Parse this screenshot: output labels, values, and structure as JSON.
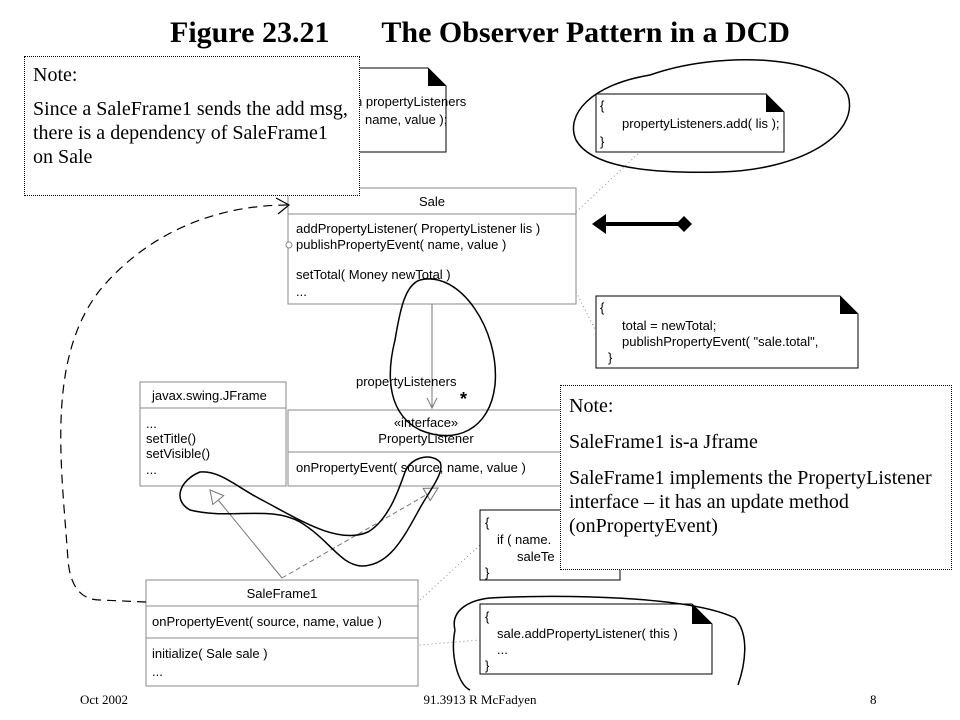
{
  "slide": {
    "title": "Figure 23.21       The Observer Pattern in a DCD",
    "footer_date": "Oct 2002",
    "footer_course": "91.3913    R McFadyen",
    "footer_page": "8"
  },
  "note_left": {
    "heading": "Note:",
    "text": "Since a SaleFrame1 sends the add msg, there is a dependency of SaleFrame1 on Sale"
  },
  "note_right": {
    "heading": "Note:",
    "line1": "SaleFrame1 is-a Jframe",
    "line2": "SaleFrame1 implements the PropertyListener interface – it has an update method (onPropertyEvent)"
  },
  "uml": {
    "sale": {
      "name": "Sale",
      "op1": "addPropertyListener( PropertyListener lis )",
      "op2": "publishPropertyEvent( name, value )",
      "op3": "setTotal( Money newTotal )",
      "op4": "..."
    },
    "jframe": {
      "name": "javax.swing.JFrame",
      "op1": "...",
      "op2": "setTitle()",
      "op3": "setVisible()",
      "op4": "..."
    },
    "listener": {
      "stereotype": "«interface»",
      "name": "PropertyListener",
      "op1": "onPropertyEvent( source, name, value )"
    },
    "saleframe": {
      "name": "SaleFrame1",
      "op1": "onPropertyEvent( source, name, value )",
      "op2": "initialize( Sale sale )",
      "op3": "..."
    },
    "association": {
      "role": "propertyListeners",
      "multiplicity": "*"
    },
    "note_top_left": {
      "line1": "n propertyListeners",
      "line2": "name, value );"
    },
    "note_add": {
      "line1": "{",
      "line2": "propertyListeners.add( lis );",
      "line3": "}"
    },
    "note_total": {
      "line1": "{",
      "line2": "total = newTotal;",
      "line3": "publishPropertyEvent( \"sale.total\",",
      "line4": "}"
    },
    "note_if": {
      "line1": "{",
      "line2": "if ( name.",
      "line3": "saleTe",
      "line4": "}"
    },
    "note_init": {
      "line1": "{",
      "line2": "sale.addPropertyListener( this )",
      "line3": "...",
      "line4": "}"
    }
  }
}
